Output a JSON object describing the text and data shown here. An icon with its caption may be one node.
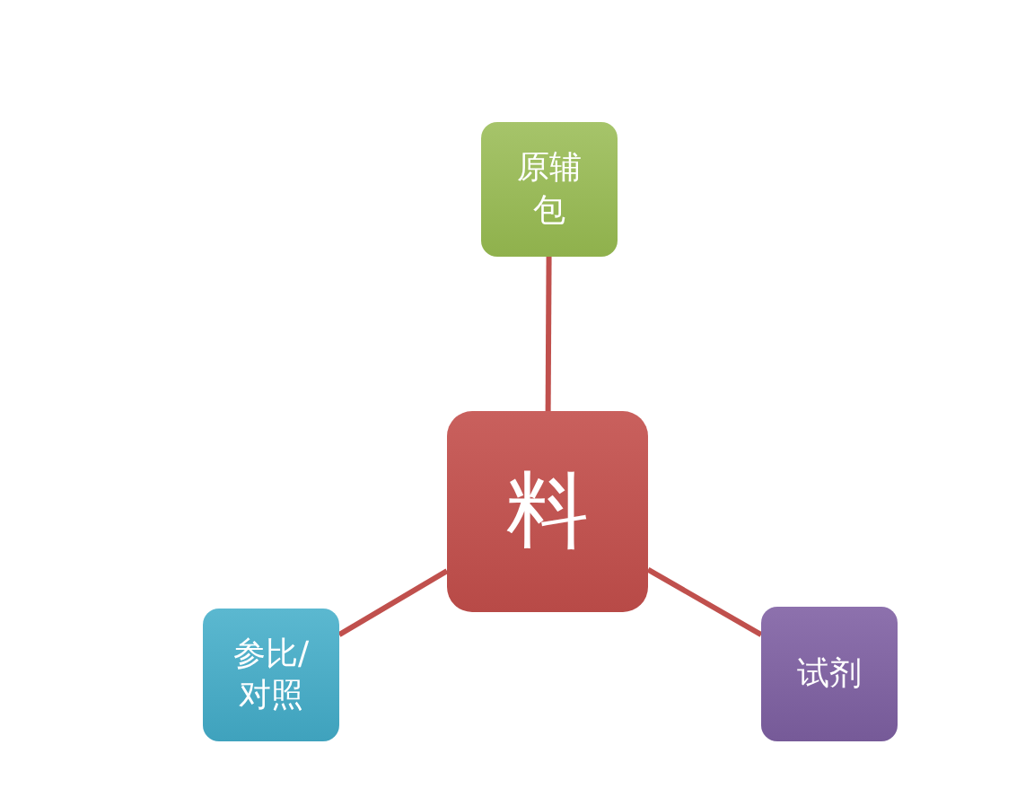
{
  "diagram": {
    "nodes": [
      {
        "text": [
          "料"
        ]
      },
      {
        "text": [
          "原辅包"
        ]
      },
      {
        "text": [
          "参比/对照"
        ]
      },
      {
        "text": [
          "试剂"
        ]
      }
    ],
    "edges": [
      {
        "from": 0,
        "to": 1,
        "arrow": "none"
      },
      {
        "from": 0,
        "to": 2,
        "arrow": "none"
      },
      {
        "from": 0,
        "to": 3,
        "arrow": "none"
      }
    ]
  }
}
